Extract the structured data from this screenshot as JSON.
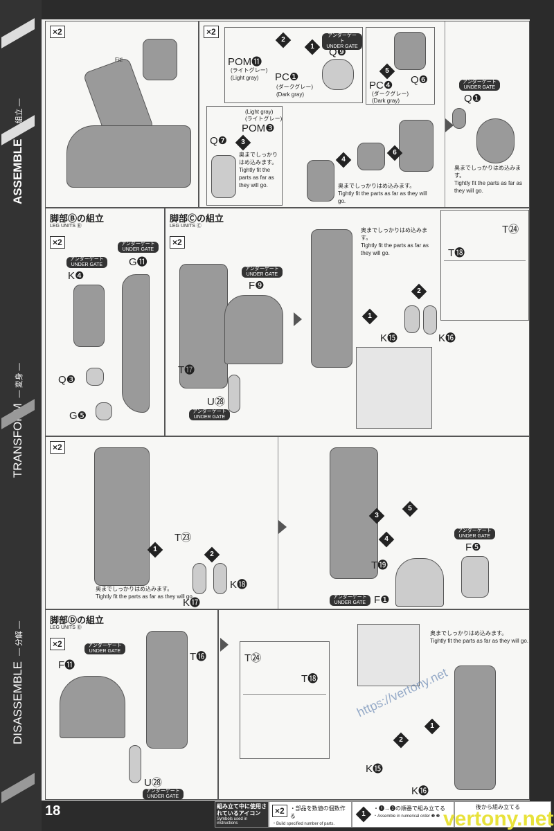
{
  "sidebar": {
    "assemble": "ASSEMBLE",
    "assemble_jp": "— 組立 —",
    "transform": "TRANSFORM",
    "transform_jp": "— 変身 —",
    "disassemble": "DISASSEMBLE",
    "disassemble_jp": "— 分解 —"
  },
  "common": {
    "x2": "×2",
    "under_gate_jp": "アンダーゲート",
    "under_gate": "UNDER GATE",
    "fit_jp": "奥までしっかりはめ込みます。",
    "fit_en": "Tightly fit the parts as far as they will go.",
    "fit": "Fit!"
  },
  "panel1": {
    "parts": [
      "POM⓫",
      "(ライトグレー)",
      "(Light gray)",
      "PC❶",
      "(ダークグレー)",
      "(Dark gray)",
      "Q❾",
      "PC❹",
      "(ダークグレー)",
      "(Dark gray)",
      "Q❻",
      "(Light gray)",
      "(ライトグレー)",
      "POM❸",
      "Q❼",
      "Q❶"
    ],
    "steps": [
      "1",
      "2",
      "3",
      "4",
      "5",
      "6"
    ]
  },
  "legB": {
    "title": "脚部Ⓑの組立",
    "subtitle": "LEG UNITS Ⓑ",
    "parts": [
      "K❹",
      "G⓫",
      "Q❸",
      "G❺"
    ]
  },
  "legC": {
    "title": "脚部Ⓒの組立",
    "subtitle": "LEG UNITS Ⓒ",
    "parts": [
      "F❾",
      "T⓱",
      "U㉘",
      "K⓯",
      "K⓰",
      "T⓲",
      "T㉔"
    ],
    "steps": [
      "1",
      "2"
    ]
  },
  "transform": {
    "parts": [
      "T㉓",
      "K⓱",
      "K⓲",
      "T⓳",
      "F❺",
      "F❶"
    ],
    "steps": [
      "1",
      "2",
      "3",
      "4",
      "5"
    ]
  },
  "legD": {
    "title": "脚部Ⓓの組立",
    "subtitle": "LEG UNITS Ⓓ",
    "parts": [
      "F⓫",
      "T⓰",
      "U㉘",
      "T㉔",
      "T⓲",
      "K⓯",
      "K⓰"
    ],
    "steps": [
      "1",
      "2"
    ]
  },
  "footer": {
    "page_number": "18",
    "legend_title_jp": "組み立て中に使用されているアイコン",
    "legend_title_en": "Symbols used in instructions",
    "icon1_jp": "・部品を数値の個数作る",
    "icon1_en": "・Build specified number of parts.",
    "icon2_jp": "・❶→❷の順番で組み立てる",
    "icon2_en": "・Assemble in numerical order ❶ ❷",
    "icon3_jp": "後から組み立てる",
    "watermark": "vertony.net",
    "watermark_url": "https://vertony.net"
  }
}
